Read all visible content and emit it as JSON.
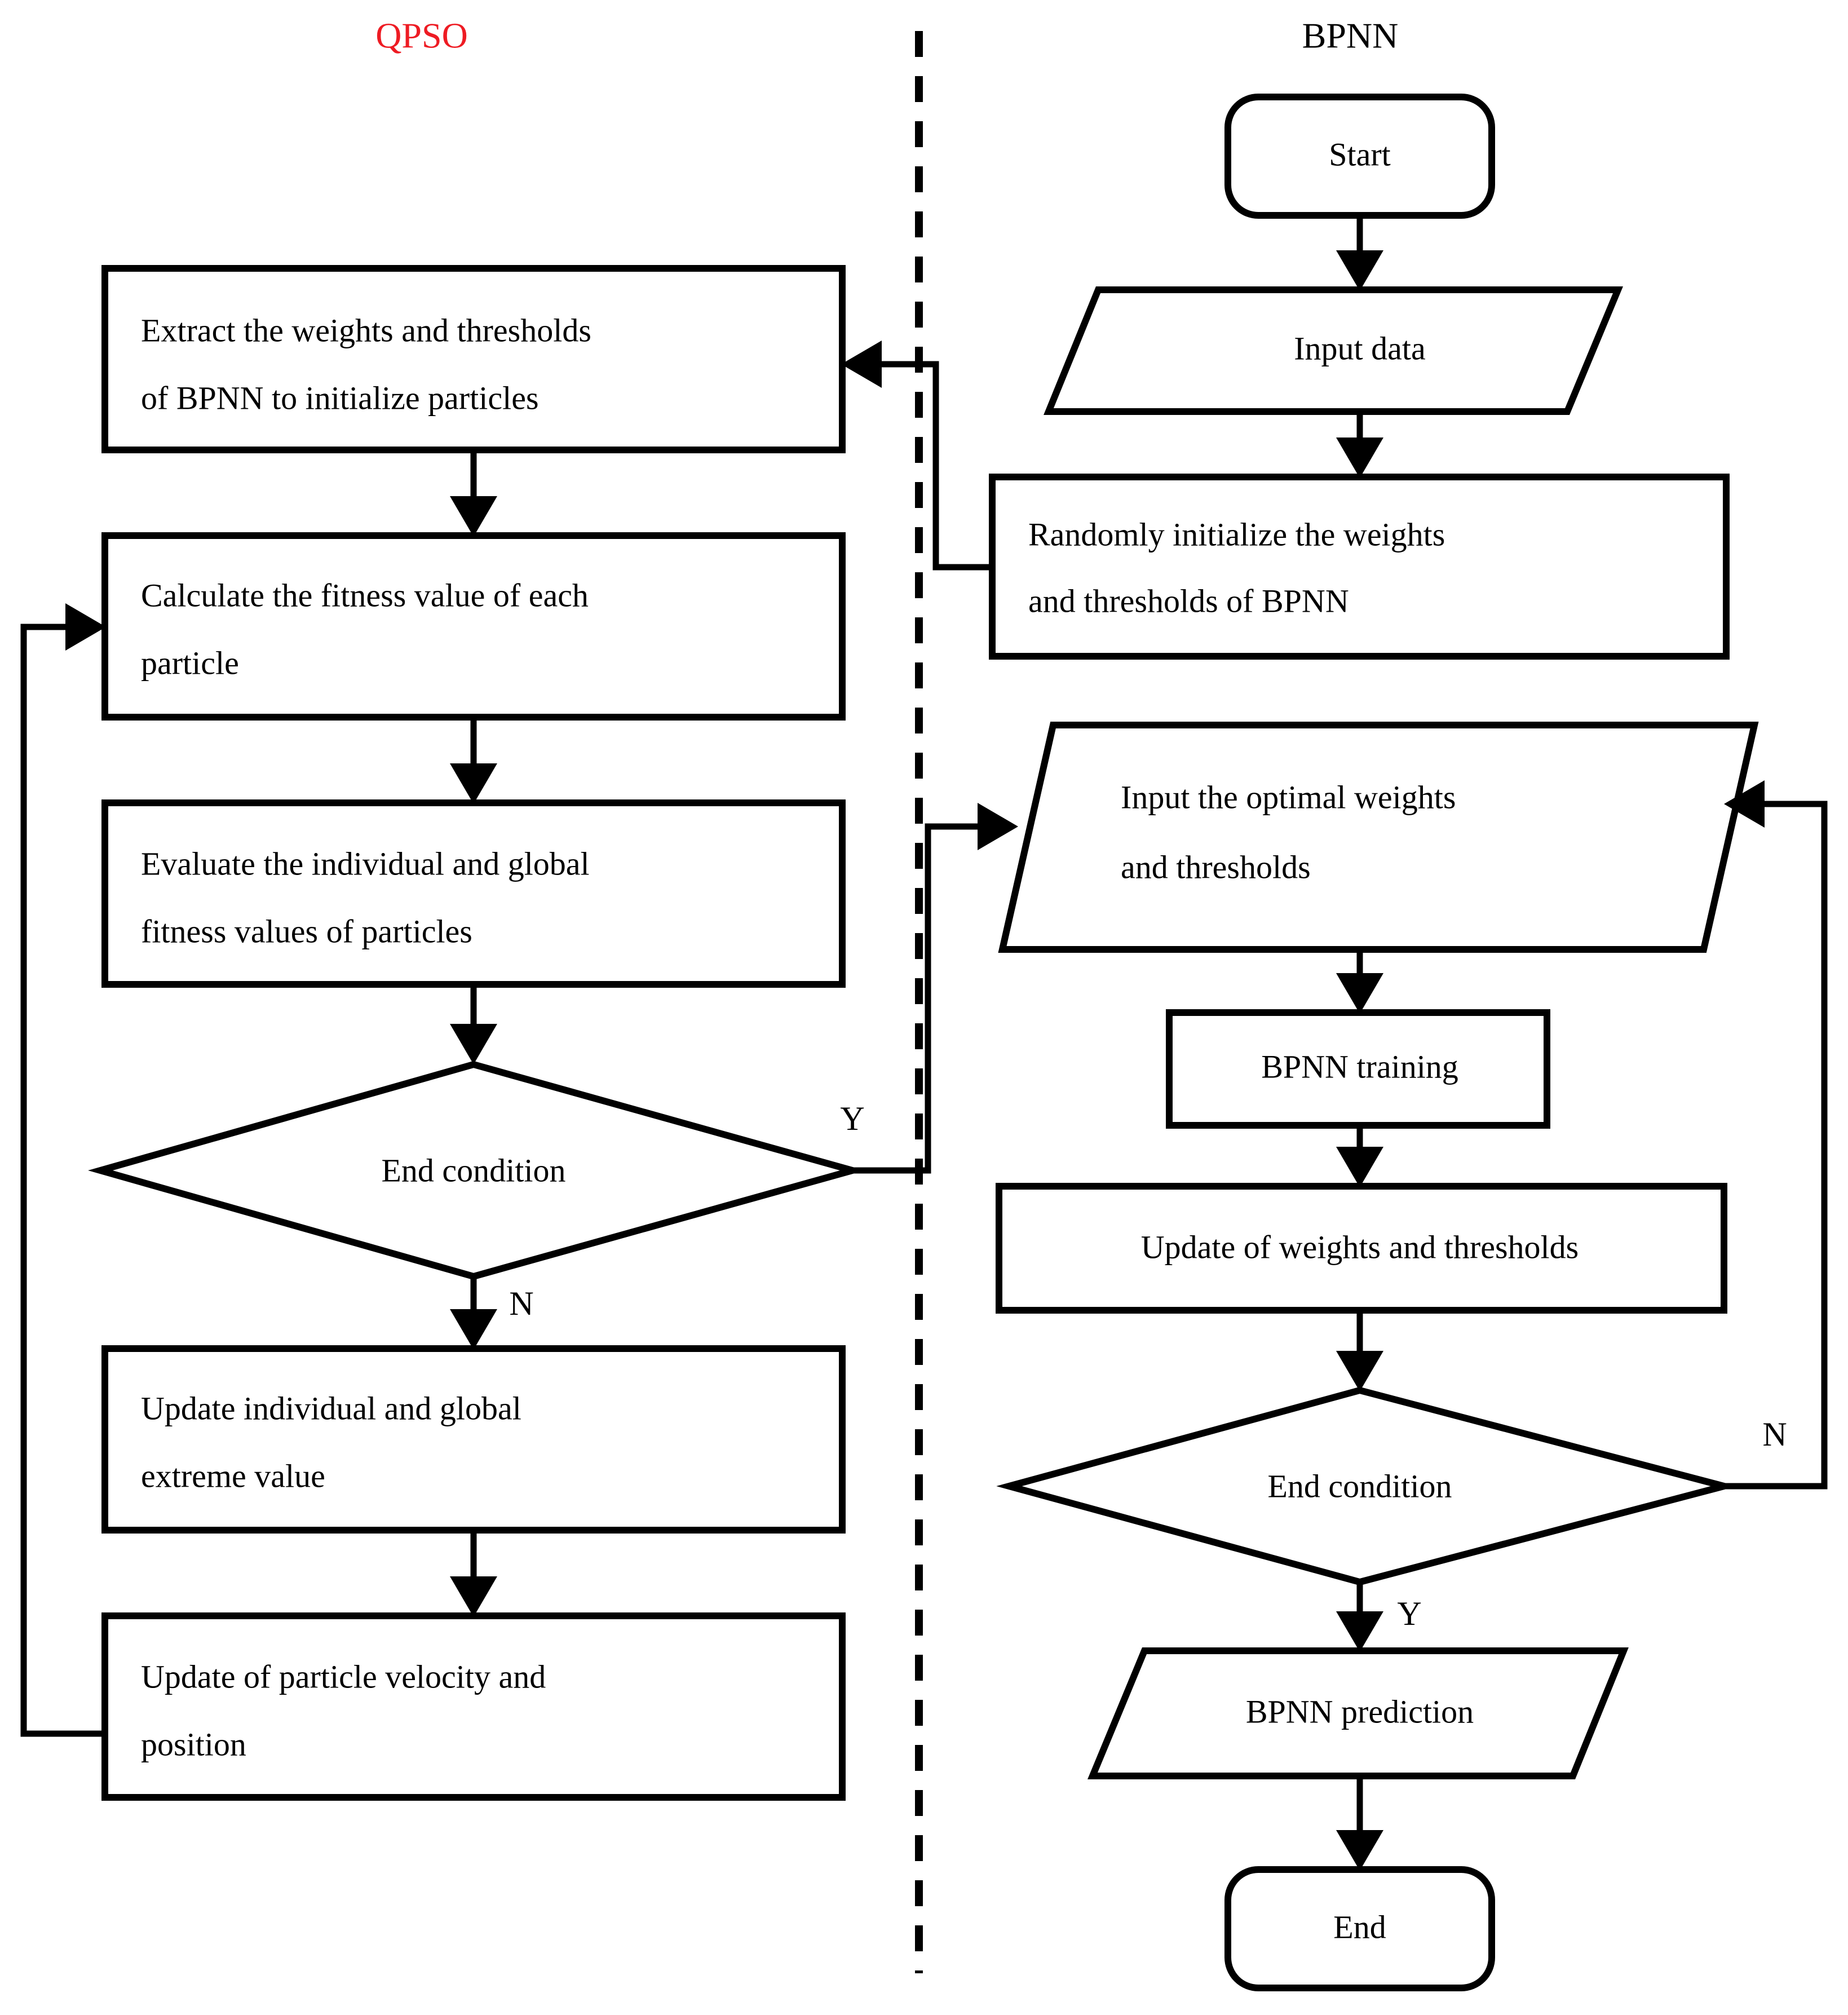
{
  "diagram": {
    "title_left": "QPSO",
    "title_right": "BPNN",
    "title_left_color": "#ee1b23",
    "title_right_color": "#000000",
    "background_color": "#ffffff",
    "stroke_color": "#000000"
  },
  "qpso": {
    "heading": "QPSO",
    "nodes": [
      {
        "id": "extract",
        "type": "process",
        "line1": "Extract the weights and thresholds",
        "line2": "of BPNN to initialize particles"
      },
      {
        "id": "calc_fitness",
        "type": "process",
        "line1": " Calculate the fitness value of each",
        "line2": "particle"
      },
      {
        "id": "evaluate",
        "type": "process",
        "line1": "Evaluate the individual and global",
        "line2": "fitness values of particles"
      },
      {
        "id": "end_condition",
        "type": "decision",
        "line1": "End condition",
        "line2": ""
      },
      {
        "id": "update_extreme",
        "type": "process",
        "line1": "Update individual and global",
        "line2": "extreme value"
      },
      {
        "id": "update_velocity",
        "type": "process",
        "line1": "Update of particle velocity and",
        "line2": "position"
      }
    ],
    "branch_labels": {
      "yes": "Y",
      "no": "N"
    }
  },
  "bpnn": {
    "heading": "BPNN",
    "nodes": [
      {
        "id": "start",
        "type": "terminator",
        "line1": "Start",
        "line2": ""
      },
      {
        "id": "input_data",
        "type": "io",
        "line1": "Input data",
        "line2": ""
      },
      {
        "id": "random_init",
        "type": "process",
        "line1": "Randomly initialize the weights",
        "line2": "and thresholds of BPNN"
      },
      {
        "id": "input_optimal",
        "type": "io",
        "line1": "Input the optimal weights",
        "line2": "and thresholds"
      },
      {
        "id": "training",
        "type": "process",
        "line1": "BPNN training",
        "line2": ""
      },
      {
        "id": "update_wt",
        "type": "process",
        "line1": "Update of weights and thresholds",
        "line2": ""
      },
      {
        "id": "end_condition",
        "type": "decision",
        "line1": "End condition",
        "line2": ""
      },
      {
        "id": "prediction",
        "type": "io",
        "line1": "BPNN prediction",
        "line2": ""
      },
      {
        "id": "end",
        "type": "terminator",
        "line1": "End",
        "line2": ""
      }
    ],
    "branch_labels": {
      "yes": "Y",
      "no": "N"
    }
  }
}
